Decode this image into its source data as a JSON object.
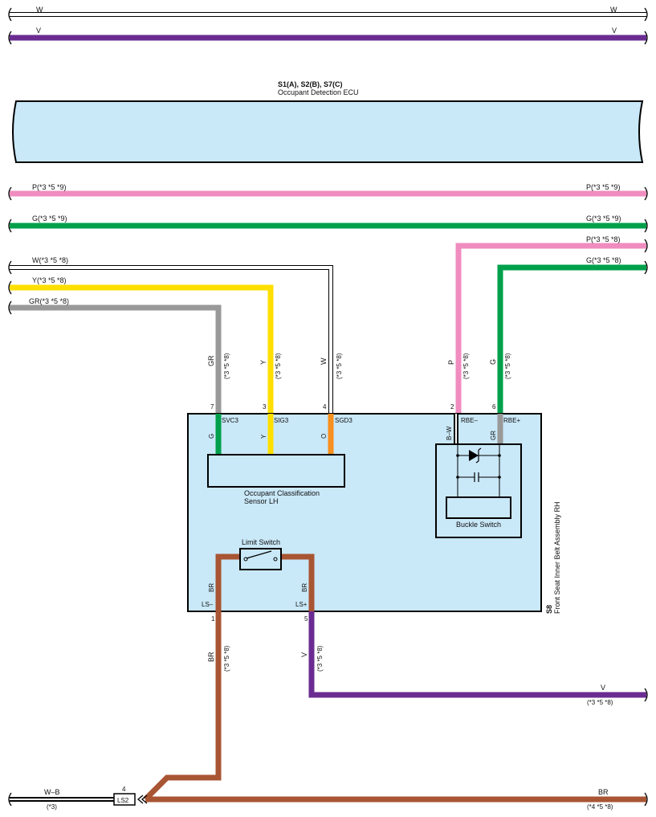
{
  "wires": {
    "w_top": {
      "left": "W",
      "right": "W"
    },
    "v_top": {
      "left": "V",
      "right": "V"
    },
    "p_bus": {
      "left": "P(*3 *5 *9)",
      "right": "P(*3 *5 *9)"
    },
    "g_bus": {
      "left": "G(*3 *5 *9)",
      "right": "G(*3 *5 *9)"
    },
    "p_right": "P(*3 *5 *8)",
    "g_right": "G(*3 *5 *8)",
    "w_left": "W(*3 *5 *8)",
    "y_left": "Y(*3 *5 *8)",
    "gr_left": "GR(*3 *5 *8)",
    "v_bottom": {
      "label": "V",
      "note": "(*3 *5 *8)"
    },
    "br_bottom": {
      "label": "BR",
      "note": "(*4 *5 *8)"
    },
    "wb_bottom": {
      "label": "W–B",
      "note": "(*3)"
    }
  },
  "vertical_labels": {
    "gr": "GR",
    "y": "Y",
    "w": "W",
    "p": "P",
    "g": "G",
    "note": "(*3 *5 *8)",
    "br": "BR",
    "v": "V"
  },
  "ecu": {
    "codes": "S1(A), S2(B), S7(C)",
    "name": "Occupant Detection ECU"
  },
  "assembly": {
    "code": "S8",
    "name": "Front Seat Inner Belt Assembly RH",
    "pins": {
      "p7": "7",
      "p3": "3",
      "p4": "4",
      "p2": "2",
      "p6": "6",
      "p1": "1",
      "p5": "5"
    },
    "terminals": {
      "svc3": "SVC3",
      "sig3": "SIG3",
      "sgd3": "SGD3",
      "rbe_minus": "RBE–",
      "rbe_plus": "RBE+",
      "ls_minus": "LS–",
      "ls_plus": "LS+"
    },
    "internal_colors": {
      "g": "G",
      "y": "Y",
      "o": "O",
      "bw": "B–W",
      "gr": "GR",
      "br_l": "BR",
      "br_r": "BR"
    },
    "sensor": "Occupant Classification Sensor LH",
    "buckle": "Buckle Switch",
    "limit": "Limit Switch"
  },
  "connector": {
    "code": "LS2",
    "pin": "4"
  },
  "colors": {
    "white": "#ffffff",
    "violet": "#6a2c91",
    "pink": "#f08cbf",
    "green": "#00a04b",
    "yellow": "#ffdf00",
    "gray": "#999999",
    "orange": "#f7901e",
    "brown": "#a85533",
    "panel": "#c9e8f8"
  }
}
